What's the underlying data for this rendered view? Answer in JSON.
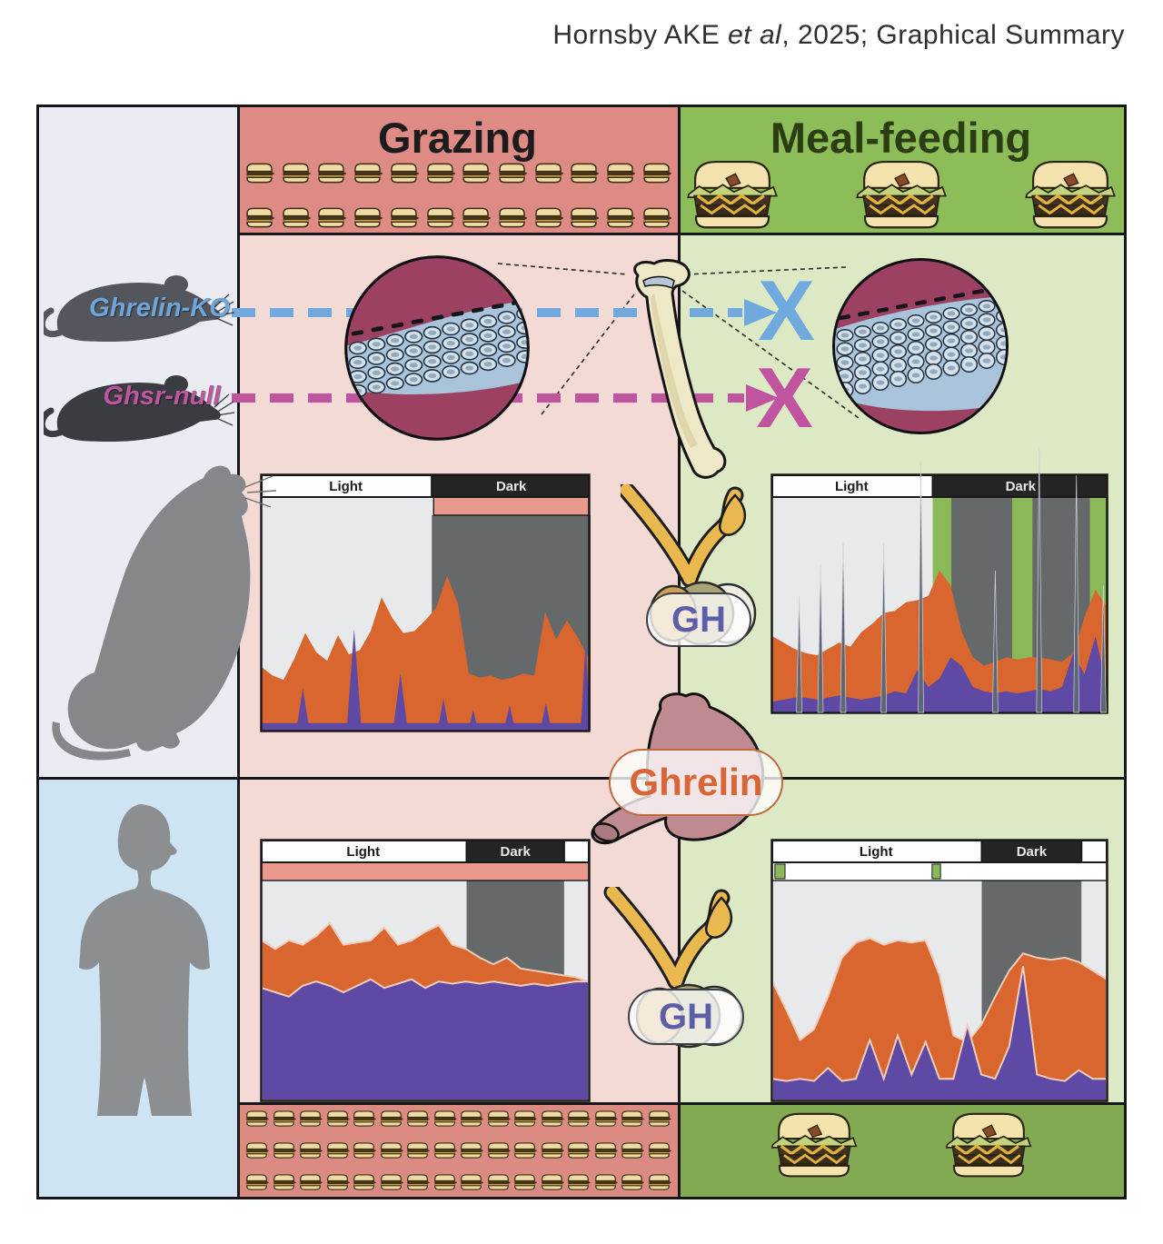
{
  "title": {
    "part1": "Hornsby AKE ",
    "part2": "et al",
    "part3": ", 2025; Graphical Summary"
  },
  "header": {
    "grazing": "Grazing",
    "meal_feeding": "Meal-feeding"
  },
  "sidebar": {
    "ghrelin_ko": "Ghrelin-KO",
    "ghsr_null": "Ghsr-null"
  },
  "organs": {
    "gh": "GH",
    "ghrelin": "Ghrelin"
  },
  "marks": {
    "x": "X"
  },
  "axis": {
    "light": "Light",
    "dark": "Dark"
  },
  "burgers": {
    "grazing_header": {
      "rows": 2,
      "per_row": 12,
      "size": "small"
    },
    "meal_header": {
      "rows": 1,
      "per_row": 3,
      "size": "large"
    },
    "grazing_footer": {
      "rows": 3,
      "per_row": 16,
      "size": "small"
    },
    "meal_footer": {
      "rows": 1,
      "per_row": 2,
      "size": "large"
    }
  },
  "colors": {
    "blue_arrow": "#6fa9dd",
    "magenta_arrow": "#c0549f",
    "orange_series": "#d8662e",
    "purple_series": "#5e4aa5",
    "slate_spike": "#5d6672",
    "salmon_strip": "#ea998d",
    "plot_light_bg": "#e8e9eb",
    "plot_dark_bg": "#656969",
    "meal_band_green": "#8cb958",
    "grazing_header_bg": "#de8a85",
    "meal_header_bg": "#8cbd58",
    "grazing_body_bg": "#f3dad4",
    "meal_body_bg": "#dde9c4",
    "grazing_footer_bg": "#dc8b83",
    "meal_footer_bg": "#82aa53",
    "sidebar_rodent_bg": "#ebebf3",
    "sidebar_human_bg": "#cfe4f3",
    "gh_text": "#5c5fa8",
    "ghrelin_text": "#d96535",
    "histology_maroon": "#9c4161",
    "histology_cartilage": "#a9c3da",
    "mouse_ko": "#53565c",
    "mouse_ghsr": "#393c41",
    "rat": "#85878a",
    "human": "#8c8f92"
  },
  "chart_data": [
    {
      "id": "rodent_grazing_gh",
      "type": "area",
      "x": "time (light-dark cycle)",
      "units": "normalized",
      "header": [
        {
          "label": "light",
          "style": "light",
          "from": 0,
          "to": 0.52
        },
        {
          "label": "dark",
          "style": "dark",
          "from": 0.52,
          "to": 1
        }
      ],
      "strip": {
        "color": "salmon",
        "from": 0.52,
        "to": 1
      },
      "bands": [
        {
          "color": "plot_dark_bg",
          "from": 0.52,
          "to": 1,
          "h": 1
        }
      ],
      "orange": [
        0.3,
        0.26,
        0.24,
        0.34,
        0.46,
        0.37,
        0.33,
        0.45,
        0.36,
        0.38,
        0.47,
        0.63,
        0.53,
        0.46,
        0.47,
        0.52,
        0.58,
        0.73,
        0.6,
        0.27,
        0.25,
        0.26,
        0.24,
        0.25,
        0.27,
        0.26,
        0.56,
        0.43,
        0.52,
        0.44,
        0.34
      ],
      "purple_base": 0.035,
      "purple_spikes": [
        {
          "x": 0.13,
          "h": 0.2,
          "w": 0.04
        },
        {
          "x": 0.285,
          "h": 0.48,
          "w": 0.045
        },
        {
          "x": 0.425,
          "h": 0.27,
          "w": 0.045
        },
        {
          "x": 0.555,
          "h": 0.15,
          "w": 0.035
        },
        {
          "x": 0.645,
          "h": 0.1,
          "w": 0.03
        },
        {
          "x": 0.755,
          "h": 0.12,
          "w": 0.035
        },
        {
          "x": 0.865,
          "h": 0.13,
          "w": 0.035
        },
        {
          "x": 0.985,
          "h": 0.42,
          "w": 0.03
        }
      ]
    },
    {
      "id": "rodent_mealfeeding_gh",
      "type": "area",
      "x": "time (light-dark cycle)",
      "units": "normalized",
      "header": [
        {
          "label": "light",
          "style": "light",
          "from": 0,
          "to": 0.48
        },
        {
          "label": "dark",
          "style": "dark",
          "from": 0.48,
          "to": 1
        }
      ],
      "strip": null,
      "bands": [
        {
          "color": "meal_band_green",
          "from": 0.48,
          "to": 1,
          "h": 1
        },
        {
          "color": "plot_dark_bg",
          "from": 0.535,
          "to": 0.715,
          "h": 1
        },
        {
          "color": "plot_dark_bg",
          "from": 0.775,
          "to": 0.945,
          "h": 1
        }
      ],
      "orange": [
        0.36,
        0.33,
        0.3,
        0.28,
        0.27,
        0.3,
        0.33,
        0.31,
        0.38,
        0.42,
        0.47,
        0.48,
        0.52,
        0.53,
        0.55,
        0.67,
        0.6,
        0.38,
        0.26,
        0.22,
        0.24,
        0.26,
        0.25,
        0.26,
        0.26,
        0.25,
        0.24,
        0.28,
        0.45,
        0.58,
        0.5
      ],
      "purple_area": [
        0.05,
        0.06,
        0.07,
        0.07,
        0.06,
        0.07,
        0.08,
        0.07,
        0.06,
        0.07,
        0.08,
        0.1,
        0.09,
        0.2,
        0.12,
        0.16,
        0.26,
        0.22,
        0.12,
        0.1,
        0.09,
        0.1,
        0.09,
        0.1,
        0.11,
        0.1,
        0.12,
        0.28,
        0.18,
        0.36,
        0.12
      ],
      "spikes": [
        {
          "x": 0.085,
          "h": 0.55
        },
        {
          "x": 0.148,
          "h": 0.7
        },
        {
          "x": 0.215,
          "h": 0.8
        },
        {
          "x": 0.335,
          "h": 0.8
        },
        {
          "x": 0.445,
          "h": 1.18
        },
        {
          "x": 0.665,
          "h": 0.67
        },
        {
          "x": 0.795,
          "h": 1.25
        },
        {
          "x": 0.905,
          "h": 1.12
        },
        {
          "x": 0.985,
          "h": 0.6
        }
      ]
    },
    {
      "id": "human_grazing_gh",
      "type": "area",
      "x": "time (light-dark cycle)",
      "units": "normalized",
      "header": [
        {
          "label": "light",
          "style": "light",
          "from": 0,
          "to": 0.625
        },
        {
          "label": "dark",
          "style": "dark",
          "from": 0.625,
          "to": 0.92
        },
        {
          "label": null,
          "style": "light",
          "from": 0.92,
          "to": 1
        }
      ],
      "strip": {
        "color": "salmon",
        "from": 0,
        "to": 1
      },
      "bands": [
        {
          "color": "plot_dark_bg",
          "from": 0.625,
          "to": 0.92,
          "h": 0.58
        }
      ],
      "pale_outline": true,
      "orange": [
        0.74,
        0.7,
        0.74,
        0.72,
        0.76,
        0.82,
        0.72,
        0.73,
        0.74,
        0.8,
        0.72,
        0.74,
        0.78,
        0.81,
        0.72,
        0.7,
        0.66,
        0.63,
        0.66,
        0.61,
        0.6,
        0.59,
        0.58,
        0.57,
        0.55
      ],
      "purple_area": [
        0.52,
        0.5,
        0.48,
        0.53,
        0.55,
        0.53,
        0.5,
        0.53,
        0.56,
        0.52,
        0.54,
        0.56,
        0.52,
        0.55,
        0.54,
        0.55,
        0.54,
        0.55,
        0.54,
        0.53,
        0.54,
        0.53,
        0.54,
        0.55,
        0.55
      ]
    },
    {
      "id": "human_mealfeeding_gh",
      "type": "area",
      "x": "time (light-dark cycle)",
      "units": "normalized",
      "header": [
        {
          "label": "light",
          "style": "light",
          "from": 0,
          "to": 0.625
        },
        {
          "label": "dark",
          "style": "dark",
          "from": 0.625,
          "to": 0.92
        },
        {
          "label": null,
          "style": "light",
          "from": 0.92,
          "to": 1
        }
      ],
      "strip": {
        "color": "white",
        "from": 0,
        "to": 1,
        "markers": [
          {
            "x": 0.005,
            "w": 0.03
          },
          {
            "x": 0.47,
            "w": 0.025
          }
        ]
      },
      "bands": [
        {
          "color": "plot_dark_bg",
          "from": 0.625,
          "to": 0.92,
          "h": 0.78
        }
      ],
      "pale_outline": true,
      "orange": [
        0.55,
        0.42,
        0.28,
        0.33,
        0.48,
        0.66,
        0.73,
        0.75,
        0.72,
        0.74,
        0.73,
        0.74,
        0.58,
        0.3,
        0.27,
        0.35,
        0.48,
        0.6,
        0.68,
        0.66,
        0.65,
        0.66,
        0.64,
        0.6,
        0.56
      ],
      "purple_area": [
        0.1,
        0.09,
        0.1,
        0.09,
        0.15,
        0.09,
        0.1,
        0.28,
        0.1,
        0.3,
        0.12,
        0.27,
        0.1,
        0.1,
        0.35,
        0.12,
        0.1,
        0.25,
        0.62,
        0.12,
        0.1,
        0.09,
        0.14,
        0.1,
        0.1
      ]
    }
  ]
}
